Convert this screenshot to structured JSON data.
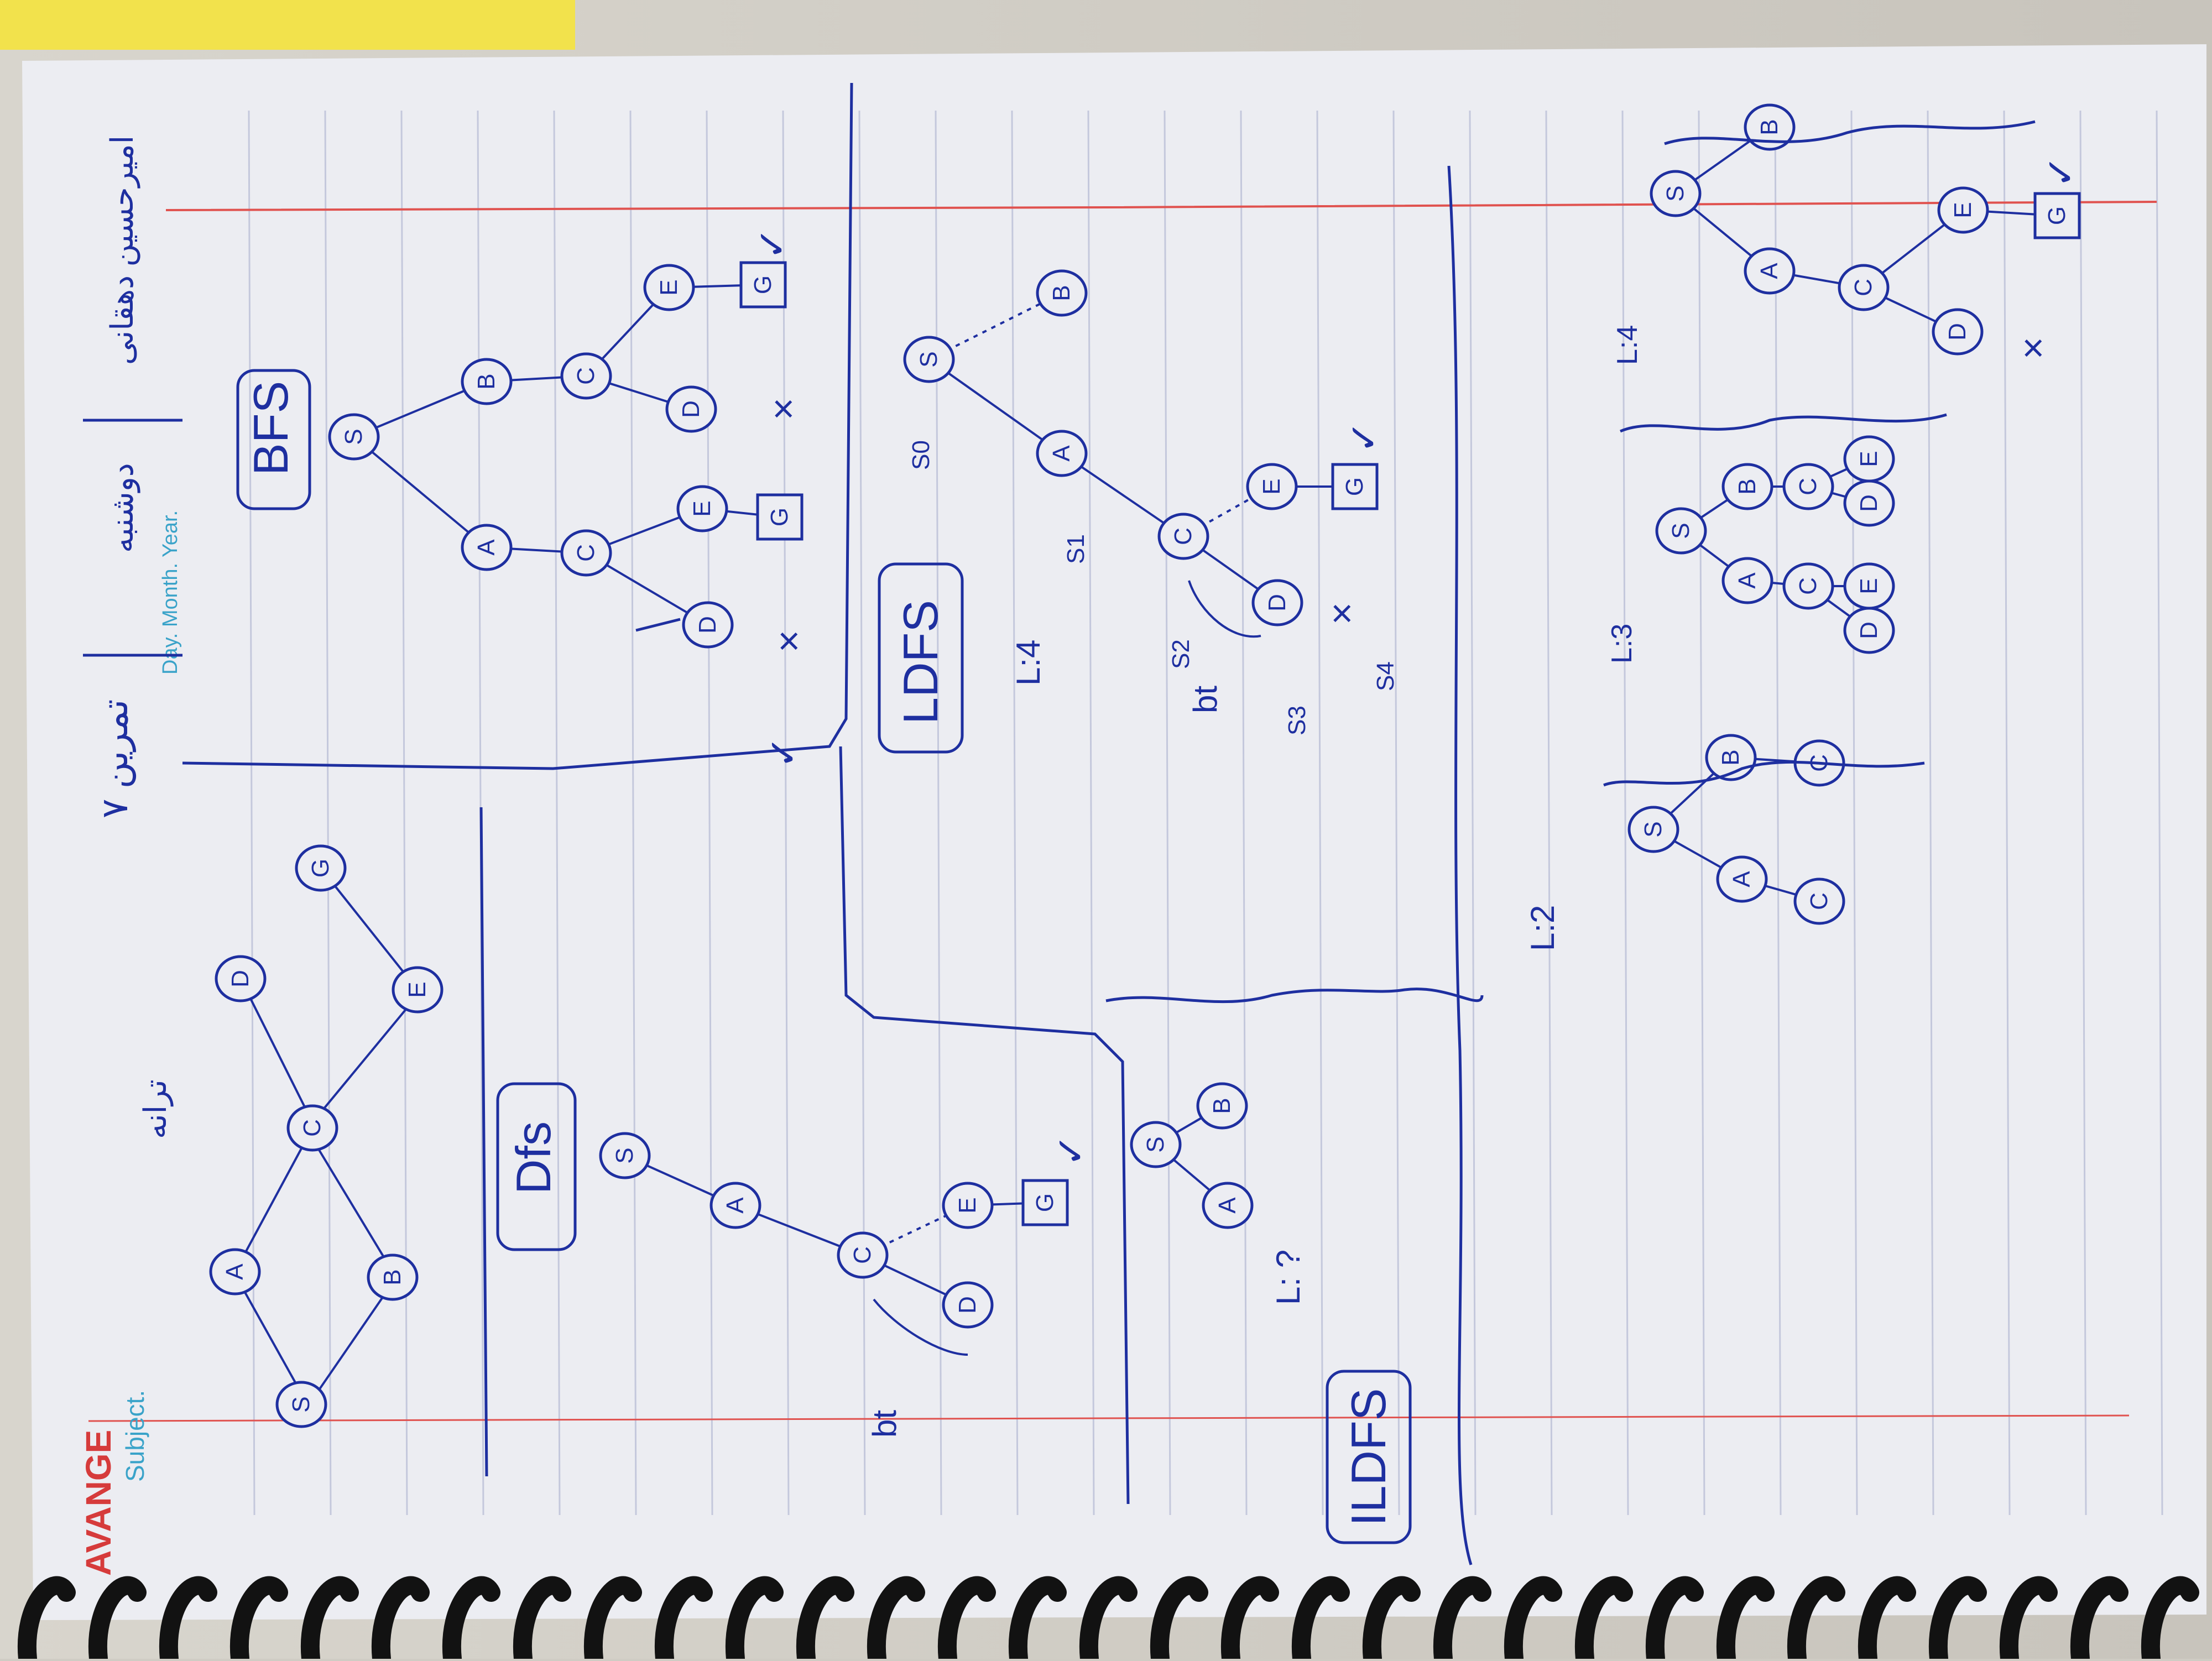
{
  "header": {
    "subject_label": "Subject.",
    "topic": "تمرین ۷",
    "left_note": "ترانه",
    "date_field": "Day. Month. Year.",
    "date_note": "دوشنبه",
    "name_note": "امیرحسین دهقانی"
  },
  "brand": "AVANGE",
  "sections": {
    "dfs": "Dfs",
    "bfs": "BFS",
    "ldfs": "LDFS",
    "ildfs": "ILDFS"
  },
  "colors": {
    "ink": "#1e2fa0",
    "paper": "#eeeef3",
    "rule_line": "#c9cde0",
    "margin_line": "#e0524f",
    "spiral": "#121212"
  },
  "graph": {
    "nodes": [
      "S",
      "A",
      "B",
      "C",
      "D",
      "E",
      "G"
    ]
  },
  "annotations": {
    "bt": "bt",
    "check": "✓",
    "cross": "×",
    "ldfs_limit": "L:4",
    "ildfs_start": "L: ?",
    "ildfs_l2": "L:2",
    "ildfs_l3": "L:3",
    "ildfs_l4": "L:4",
    "steps": [
      "S0",
      "S1",
      "S2",
      "S3",
      "S4"
    ]
  }
}
